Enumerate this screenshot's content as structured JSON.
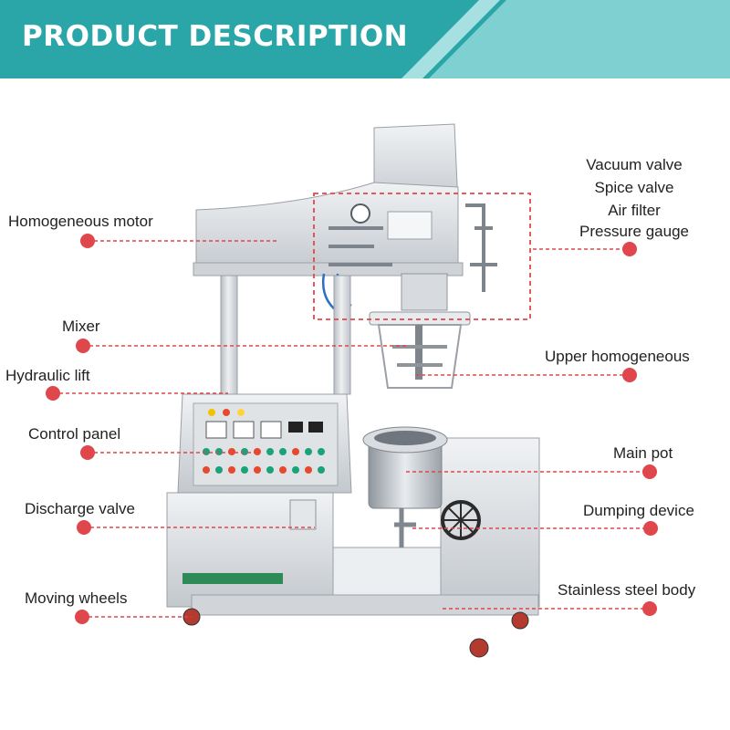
{
  "header": {
    "title": "PRODUCT DESCRIPTION",
    "band_color": "#2aa6a9",
    "accent_color": "#7fd0d1"
  },
  "colors": {
    "dot": "#e0474c",
    "leader": "#e0474c",
    "label_text": "#222222",
    "steel_light": "#e6e8ea",
    "steel_mid": "#c8ccd0",
    "steel_dark": "#9aa0a6"
  },
  "labels": {
    "homogeneous_motor": "Homogeneous motor",
    "mixer": "Mixer",
    "hydraulic_lift": "Hydraulic lift",
    "control_panel": "Control panel",
    "discharge_valve": "Discharge valve",
    "moving_wheels": "Moving wheels",
    "vacuum_valve": "Vacuum valve",
    "spice_valve": "Spice valve",
    "air_filter": "Air filter",
    "pressure_gauge": "Pressure gauge",
    "upper_homogeneous": "Upper homogeneous",
    "main_pot": "Main pot",
    "dumping_device": "Dumping device",
    "stainless_steel_body": "Stainless steel body"
  }
}
